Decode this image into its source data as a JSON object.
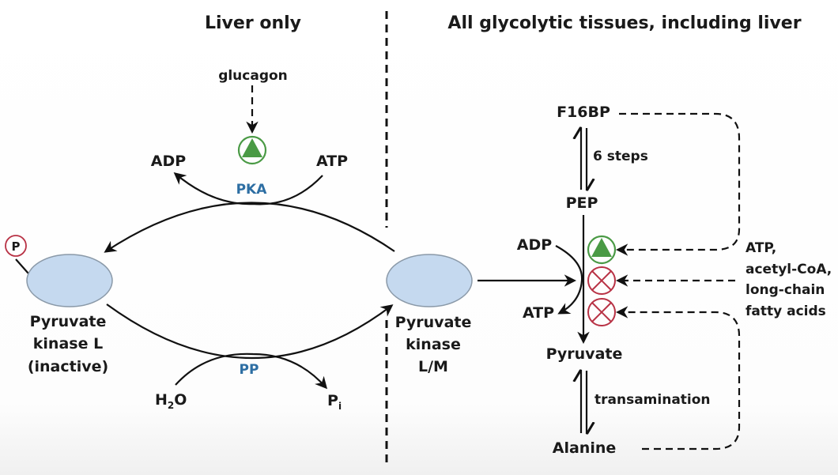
{
  "headers": {
    "left": "Liver only",
    "right": "All glycolytic tissues, including liver"
  },
  "left_panel": {
    "hormone": "glucagon",
    "kinase_enzyme": "PKA",
    "kinase_substrate": "ATP",
    "kinase_product": "ADP",
    "phosphatase_enzyme": "PP",
    "phosphatase_substrate": "H2O",
    "phosphatase_product_main": "P",
    "phosphatase_product_sub": "i",
    "water_main_1": "H",
    "water_sub": "2",
    "water_main_2": "O",
    "phospho_tag": "P",
    "inactive_enzyme": [
      "Pyruvate",
      "kinase L",
      "(inactive)"
    ],
    "active_enzyme": [
      "Pyruvate",
      "kinase",
      "L/M"
    ]
  },
  "right_panel": {
    "f16bp": "F16BP",
    "steps_label": "6 steps",
    "pep": "PEP",
    "adp": "ADP",
    "atp": "ATP",
    "pyruvate": "Pyruvate",
    "transamination": "transamination",
    "alanine": "Alanine",
    "inhibitors": [
      "ATP,",
      "acetyl-CoA,",
      "long-chain",
      "fatty acids"
    ]
  },
  "symbols": {
    "activator": "activator-circle-triangle-icon",
    "inhibitor": "inhibitor-circle-x-icon"
  },
  "colors": {
    "activator_green": "#4a9a45",
    "inhibitor_red": "#b83245",
    "enzyme_label_blue": "#2d6ea3",
    "enzyme_fill": "#c5d9ef"
  }
}
